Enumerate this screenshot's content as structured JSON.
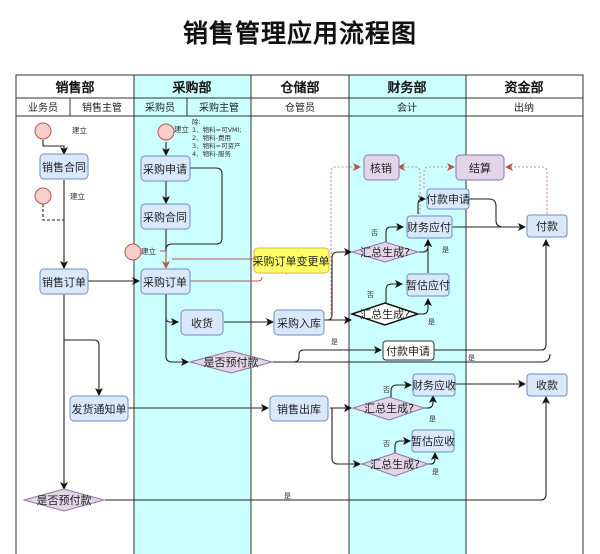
{
  "title": "销售管理应用流程图",
  "colors": {
    "lane_highlight": "#ccffff",
    "process_fill": "#dae8fc",
    "process_stroke": "#6c8ebf",
    "decision_fill": "#e1d5e7",
    "decision_stroke": "#9673a6",
    "start_fill": "#f8cecc",
    "start_stroke": "#b85450",
    "highlight_fill": "#ffff66",
    "highlight_stroke": "#d6b656",
    "dashed_arrow": "#b85450"
  },
  "departments": [
    {
      "name": "销售部",
      "roles": [
        "业务员",
        "销售主管"
      ]
    },
    {
      "name": "采购部",
      "roles": [
        "采购员",
        "采购主管"
      ]
    },
    {
      "name": "仓储部",
      "roles": [
        "仓管员"
      ]
    },
    {
      "name": "财务部",
      "roles": [
        "会计"
      ]
    },
    {
      "name": "资金部",
      "roles": [
        "出纳"
      ]
    }
  ],
  "labels": {
    "create": "建立",
    "yes": "是",
    "no": "否"
  },
  "note": {
    "line0": "除:",
    "line1": "1、物料=可VMI;",
    "line2": "2、物料-费用",
    "line3": "3、物料=可资产",
    "line4": "4、物料-服务"
  },
  "nodes": {
    "sales_contract": "销售合同",
    "sales_order": "销售订单",
    "delivery_notice": "发货通知单",
    "sales_prepay": "是否预付款",
    "purchase_request": "采购申请",
    "purchase_contract": "采购合同",
    "purchase_order": "采购订单",
    "po_change": "采购订单变更单",
    "receive": "收货",
    "purchase_prepay": "是否预付款",
    "purchase_in": "采购入库",
    "sales_out": "销售出库",
    "write_off": "核销",
    "settle": "结算",
    "pay_request_top": "付款申请",
    "ap": "财务应付",
    "summary_ap": "汇总生成?",
    "est_ap": "暂估应付",
    "summary_est_ap": "汇总生成?",
    "pay_request_bottom": "付款申请",
    "ar": "财务应收",
    "summary_ar": "汇总生成?",
    "est_ar": "暂估应收",
    "summary_est_ar": "汇总生成?",
    "payment": "付款",
    "collection": "收款"
  }
}
